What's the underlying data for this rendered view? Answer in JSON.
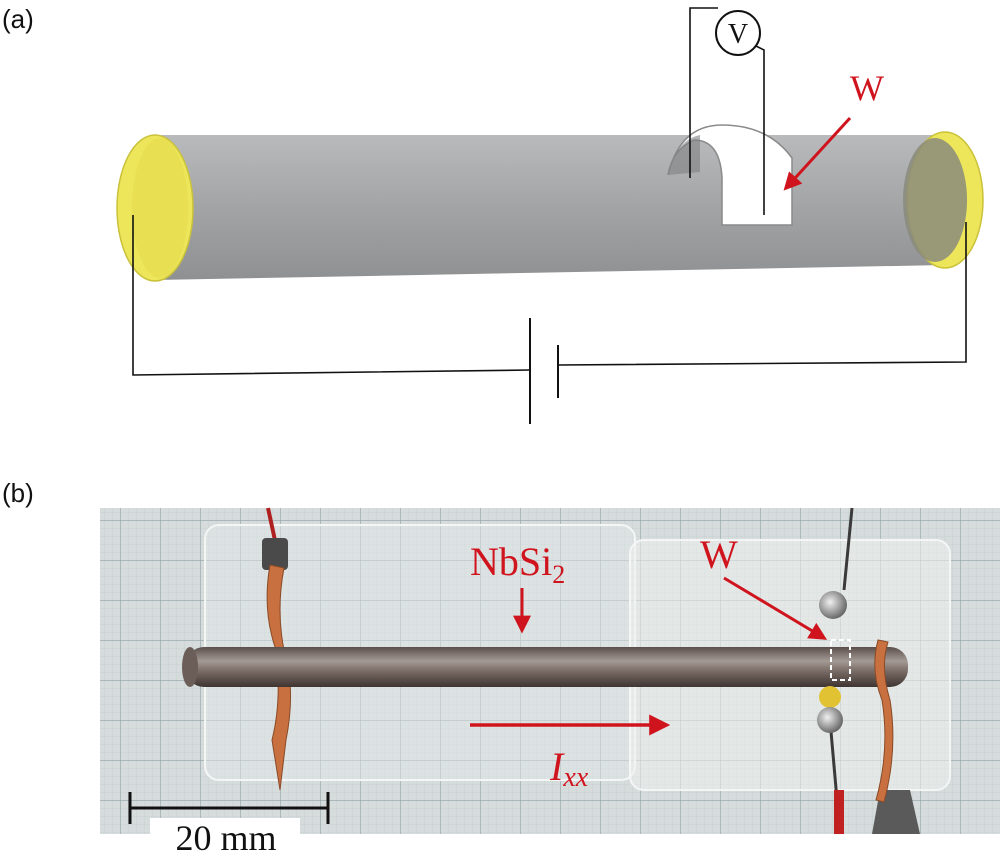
{
  "panel_a": {
    "label": "(a)",
    "voltmeter_symbol": "V",
    "probe_label": "W"
  },
  "panel_b": {
    "label": "(b)",
    "sample_label_base": "NbSi",
    "sample_label_sub": "2",
    "probe_label": "W",
    "current_label_main": "I",
    "current_label_sub": "xx",
    "scale_bar_label": "20 mm"
  },
  "colors": {
    "annotation": "#d0141e",
    "cylinder": "#a8a9ab",
    "end_cap": "#ede55a",
    "copper": "#c8703f"
  }
}
